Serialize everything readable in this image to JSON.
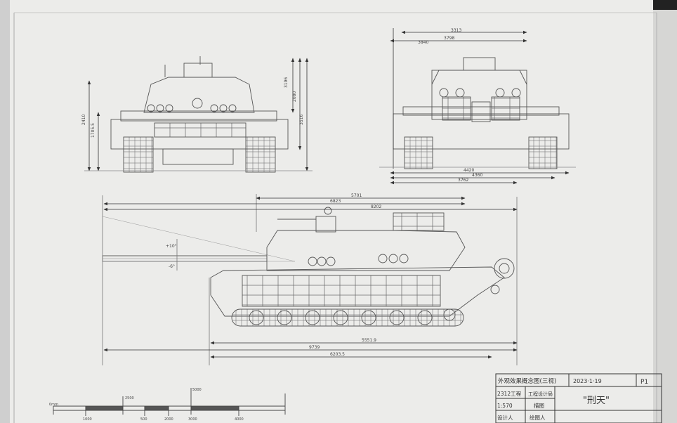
{
  "front_view": {
    "dims": [
      "3196",
      "2080",
      "3516",
      "2410",
      "1705.5"
    ]
  },
  "rear_view": {
    "dims": [
      "3313",
      "3798",
      "3840",
      "4420",
      "4360",
      "3762"
    ]
  },
  "side_view": {
    "dims_top": [
      "5701",
      "6823",
      "8202"
    ],
    "dims_bottom": [
      "5551.9",
      "9739",
      "6203.5"
    ],
    "angle": "+10°",
    "angle2": "-6°"
  },
  "title_block": {
    "title": "外观效果概念图(三视)",
    "date": "2023·1·19",
    "sheet_no": "P1",
    "project": "2312工程",
    "unit": "工程设计局",
    "scale": "1:570",
    "material": "描图",
    "name": "\"刑天\"",
    "designer": "设计人",
    "drafter": "绘图人"
  },
  "scale_bar": {
    "labels_bottom": [
      "1000",
      "500",
      "2000",
      "3000",
      "4000"
    ],
    "labels_top": [
      "2500",
      "5000"
    ],
    "label_left": "0mm"
  }
}
